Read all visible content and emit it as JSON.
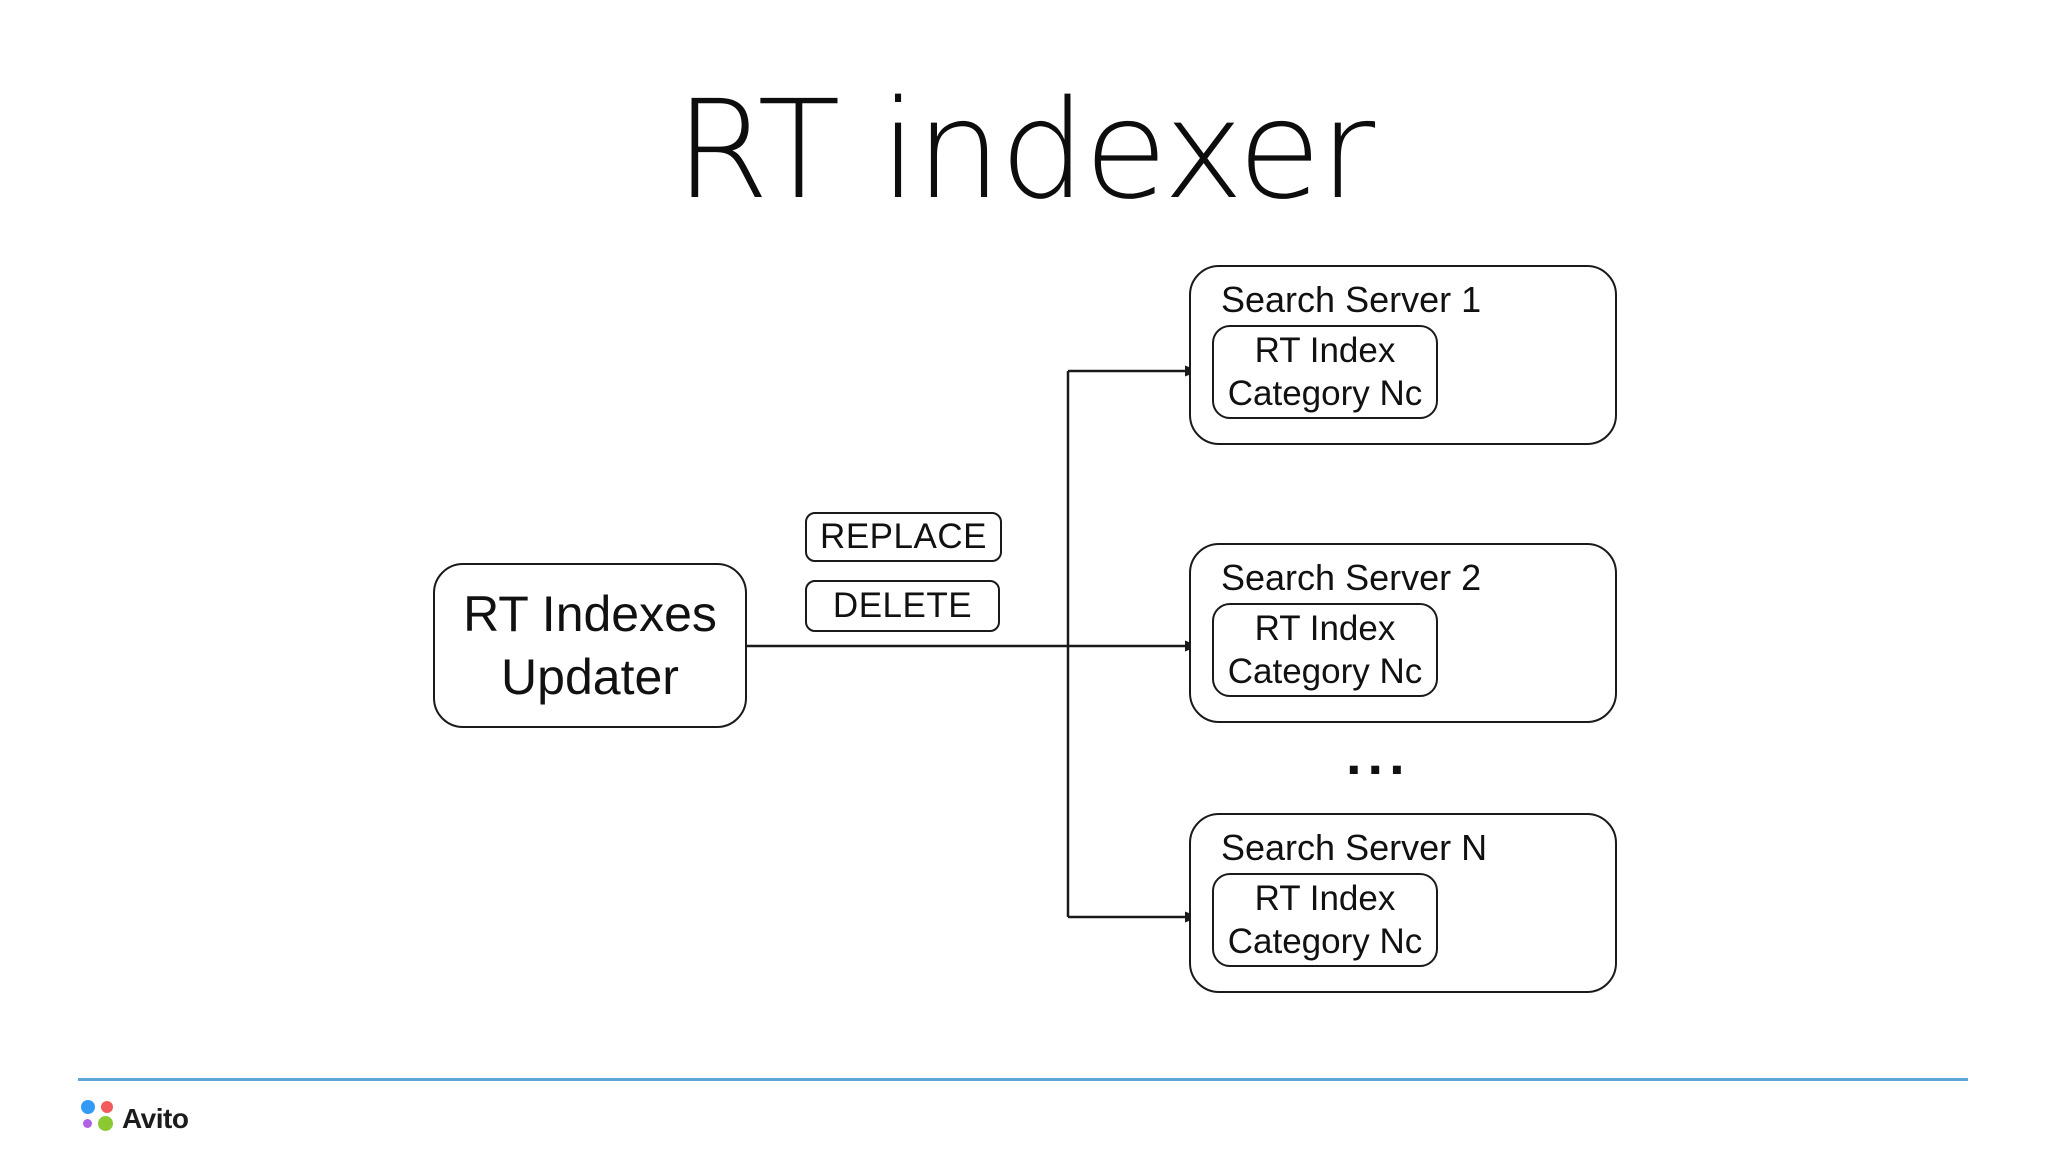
{
  "slide": {
    "title": "RT indexer"
  },
  "diagram": {
    "updater": {
      "line1": "RT Indexes",
      "line2": "Updater"
    },
    "operations": [
      {
        "label": "REPLACE"
      },
      {
        "label": "DELETE"
      }
    ],
    "servers": [
      {
        "title": "Search Server 1",
        "index": {
          "line1": "RT Index",
          "line2": "Category Nc"
        }
      },
      {
        "title": "Search Server 2",
        "index": {
          "line1": "RT Index",
          "line2": "Category Nc"
        }
      },
      {
        "title": "Search Server N",
        "index": {
          "line1": "RT Index",
          "line2": "Category Nc"
        }
      }
    ],
    "ellipsis": "...",
    "stroke_color": "#1a1a1a"
  },
  "footer": {
    "divider_color": "#5da7d7",
    "brand_name": "Avito",
    "logo_dot_colors": {
      "blue": "#339af5",
      "red": "#f15b5b",
      "purple": "#b163e8",
      "green": "#8bc832"
    }
  }
}
